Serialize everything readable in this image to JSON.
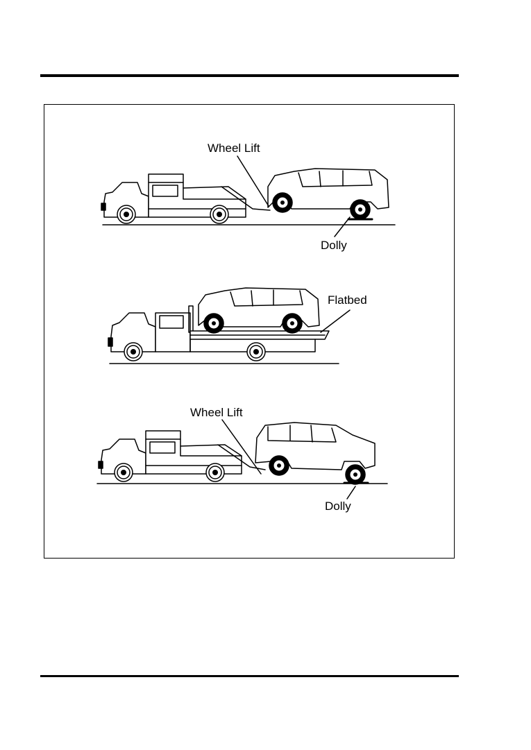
{
  "figure": {
    "scene_1": {
      "wheel_lift_label": "Wheel Lift",
      "dolly_label": "Dolly"
    },
    "scene_2": {
      "flatbed_label": "Flatbed"
    },
    "scene_3": {
      "wheel_lift_label": "Wheel Lift",
      "dolly_label": "Dolly"
    }
  }
}
